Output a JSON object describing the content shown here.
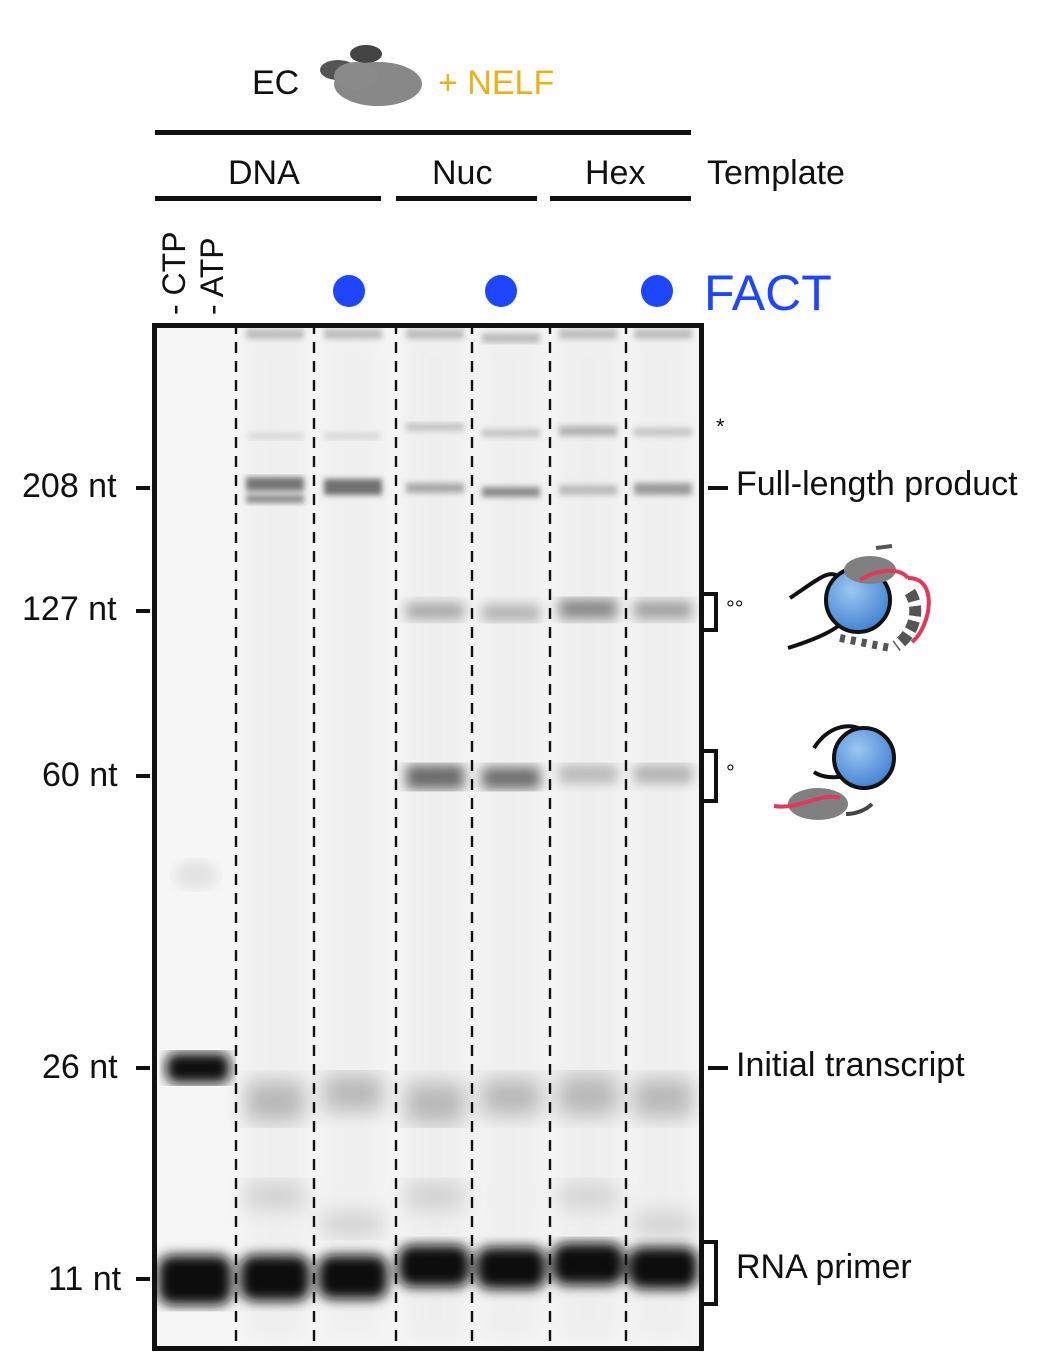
{
  "header": {
    "ec_label": "EC",
    "nelf_label": "+ NELF"
  },
  "templates": {
    "groups": [
      {
        "label": "DNA"
      },
      {
        "label": "Nuc"
      },
      {
        "label": "Hex"
      }
    ],
    "row_label": "Template"
  },
  "control_lane": {
    "ctp": "- CTP",
    "atp": "- ATP"
  },
  "fact": {
    "label": "FACT"
  },
  "size_markers": [
    "208 nt",
    "127 nt",
    "60 nt",
    "26 nt",
    "11 nt"
  ],
  "right_labels": {
    "asterisk": "*",
    "full_length": "Full-length product",
    "double_circle": "°°",
    "single_circle": "°",
    "initial": "Initial transcript",
    "primer": "RNA primer"
  },
  "colors": {
    "nelf": "#e9b11c",
    "fact": "#1f46ff",
    "rna": "#e0395a",
    "nucleosome": "#4d90d8",
    "polymerase": "#808080"
  },
  "icons": [
    "polymerase-complex-icon",
    "nucleosome-passage-icon",
    "nucleosome-paused-icon"
  ]
}
